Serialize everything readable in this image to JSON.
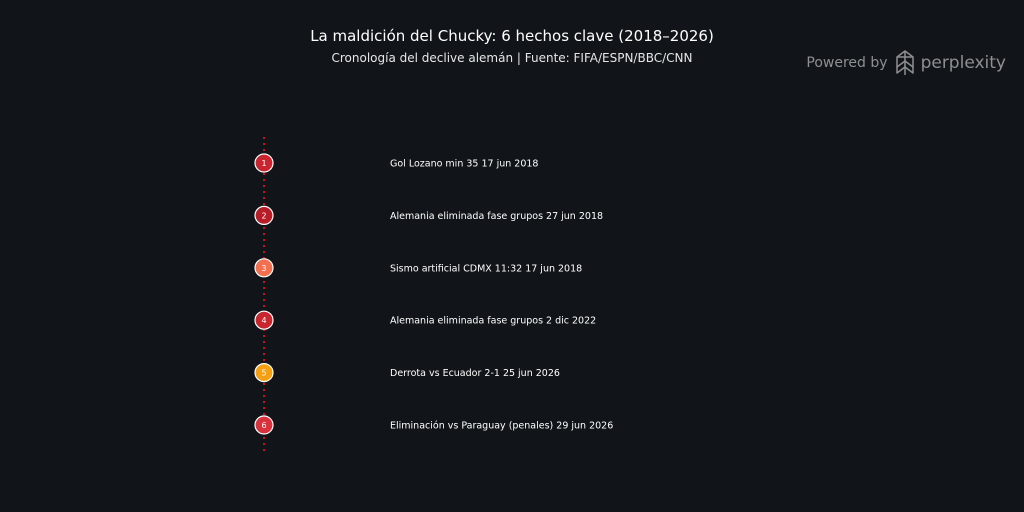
{
  "header": {
    "title": "La maldición del Chucky: 6 hechos clave (2018–2026)",
    "subtitle": "Cronología del declive alemán | Fuente: FIFA/ESPN/BBC/CNN"
  },
  "brand": {
    "powered_label": "Powered by",
    "name": "perplexity",
    "icon": "perplexity-logo-icon"
  },
  "colors": {
    "background": "#111519",
    "line": "#c0151d",
    "text": "#ffffff"
  },
  "chart_data": {
    "type": "timeline",
    "title": "La maldición del Chucky: 6 hechos clave (2018–2026)",
    "subtitle": "Cronología del declive alemán | Fuente: FIFA/ESPN/BBC/CNN",
    "events": [
      {
        "number": "1",
        "label": "Gol Lozano min 35 17 jun 2018",
        "color": "#c8252e"
      },
      {
        "number": "2",
        "label": "Alemania eliminada fase grupos 27 jun 2018",
        "color": "#b71d26"
      },
      {
        "number": "3",
        "label": "Sismo artificial CDMX 11:32 17 jun 2018",
        "color": "#f0704f"
      },
      {
        "number": "4",
        "label": "Alemania eliminada fase grupos 2 dic 2022",
        "color": "#c8252e"
      },
      {
        "number": "5",
        "label": "Derrota vs Ecuador 2-1 25 jun 2026",
        "color": "#f5a012"
      },
      {
        "number": "6",
        "label": "Eliminación vs Paraguay (penales) 29 jun 2026",
        "color": "#d9323c"
      }
    ]
  }
}
